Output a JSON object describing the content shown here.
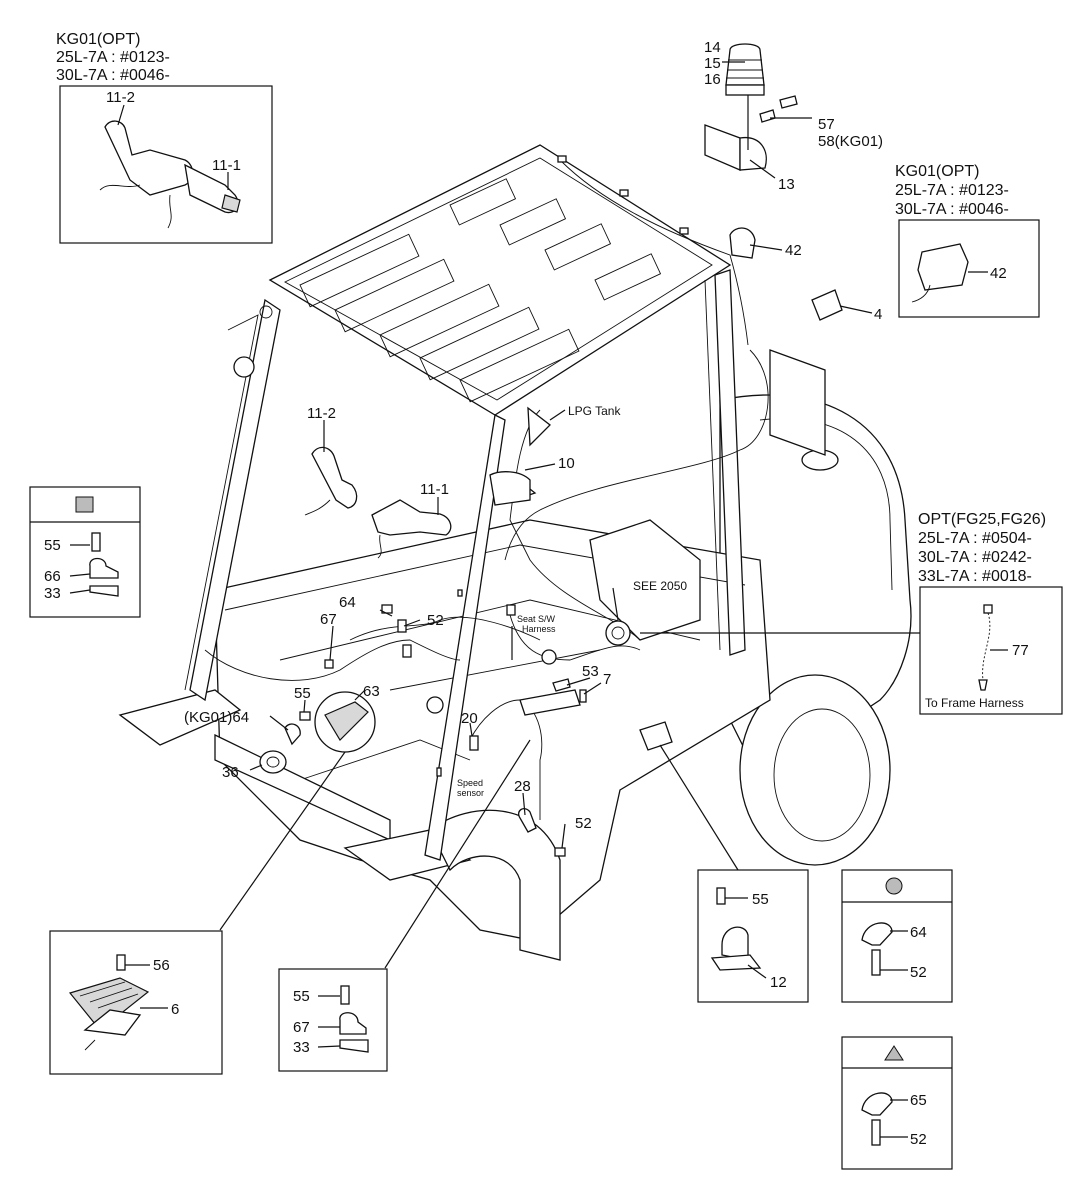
{
  "inset_top_left": {
    "header": [
      "KG01(OPT)",
      "25L-7A : #0123-",
      "30L-7A : #0046-"
    ],
    "callouts": [
      "11-2",
      "11-1"
    ]
  },
  "inset_top_right": {
    "header": [
      "KG01(OPT)",
      "25L-7A : #0123-",
      "30L-7A : #0046-"
    ],
    "callouts": [
      "42"
    ]
  },
  "inset_opt_fg": {
    "header": [
      "OPT(FG25,FG26)",
      "25L-7A : #0504-",
      "30L-7A : #0242-",
      "33L-7A : #0018-"
    ],
    "callouts": [
      "77"
    ],
    "note": "To Frame Harness"
  },
  "inset_left_square": {
    "callouts": [
      "55",
      "66",
      "33"
    ]
  },
  "inset_bottom_pedal": {
    "callouts": [
      "56",
      "6"
    ]
  },
  "inset_bottom_clamp": {
    "callouts": [
      "55",
      "67",
      "33"
    ]
  },
  "inset_bottom_bracket": {
    "callouts": [
      "55",
      "12"
    ]
  },
  "inset_right_circle": {
    "callouts": [
      "64",
      "52"
    ]
  },
  "inset_right_triangle": {
    "callouts": [
      "65",
      "52"
    ]
  },
  "main": {
    "beacon_callouts": [
      "14",
      "15",
      "16"
    ],
    "beacon_bolt_callouts": [
      "57",
      "58(KG01)"
    ],
    "bracket": "13",
    "lamp": "42",
    "lamp_small": "4",
    "lpg_tank": "LPG Tank",
    "ten": "10",
    "lever_left": "11-2",
    "lever_right": "11-1",
    "see": "SEE 2050",
    "seat_sw": "Seat S/W",
    "harness": "Harness",
    "c64": "64",
    "c52a": "52",
    "c67": "67",
    "c53": "53",
    "c7": "7",
    "c55": "55",
    "c63": "63",
    "kg01_64": "(KG01)64",
    "c20": "20",
    "c36": "36",
    "speed": "Speed",
    "sensor": "sensor",
    "c28": "28",
    "c52b": "52"
  }
}
